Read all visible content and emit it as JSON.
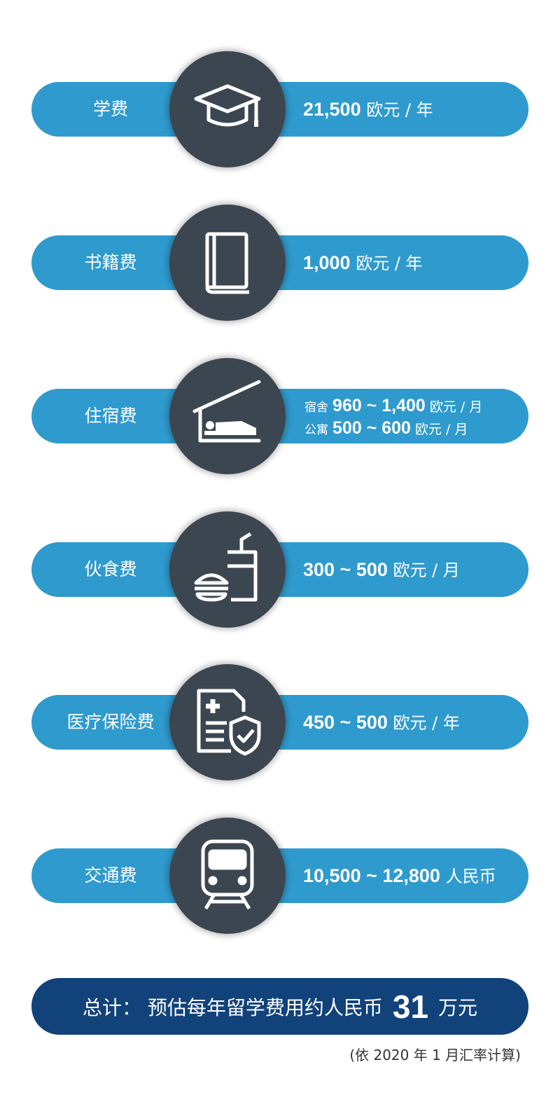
{
  "items": [
    {
      "label": "学费",
      "icon": "graduation-cap-icon",
      "amount": "21,500",
      "unit": "欧元 / 年"
    },
    {
      "label": "书籍费",
      "icon": "book-icon",
      "amount": "1,000",
      "unit": "欧元 / 年"
    },
    {
      "label": "住宿费",
      "icon": "bed-shelter-icon",
      "lines": [
        {
          "prefix": "宿舍",
          "amount": "960 ~ 1,400",
          "unit": "欧元 / 月"
        },
        {
          "prefix": "公寓",
          "amount": "500 ~ 600",
          "unit": "欧元 / 月"
        }
      ]
    },
    {
      "label": "伙食费",
      "icon": "food-drink-icon",
      "amount": "300 ~ 500",
      "unit": "欧元 / 月"
    },
    {
      "label": "医疗保险费",
      "icon": "medical-insurance-icon",
      "amount": "450 ~ 500",
      "unit": "欧元 / 年"
    },
    {
      "label": "交通费",
      "icon": "train-icon",
      "amount": "10,500 ~ 12,800",
      "unit": "人民币"
    }
  ],
  "total": {
    "prefix": "总计： 预估每年留学费用约人民币",
    "amount": "31",
    "unit": "万元"
  },
  "note": "(依 2020 年 1 月汇率计算)",
  "colors": {
    "bar": "#2f9acd",
    "circle": "#3c4650",
    "total": "#11427a"
  }
}
